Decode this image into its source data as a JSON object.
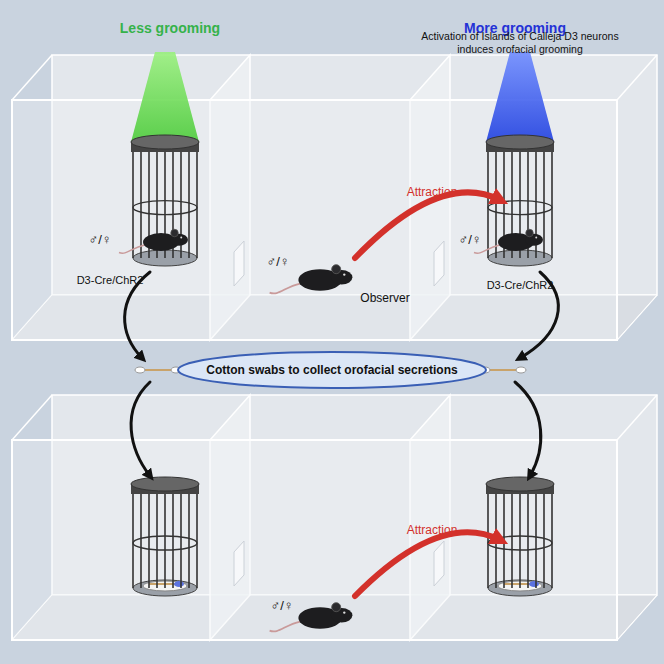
{
  "diagram": {
    "nodes": [
      {
        "text": [
          "Cotton swabs to collect orofacial secretions"
        ]
      }
    ],
    "edges": [],
    "labels": [
      "Less grooming",
      "More grooming",
      "Activation of Islands of Calleja D3 neurons induces orofacial grooming",
      "♂/♀",
      "D3-Cre/ChR2",
      "♂/♀",
      "Observer",
      "Attraction",
      "♂/♀",
      "D3-Cre/ChR2",
      "Attraction",
      "♂/♀"
    ]
  }
}
